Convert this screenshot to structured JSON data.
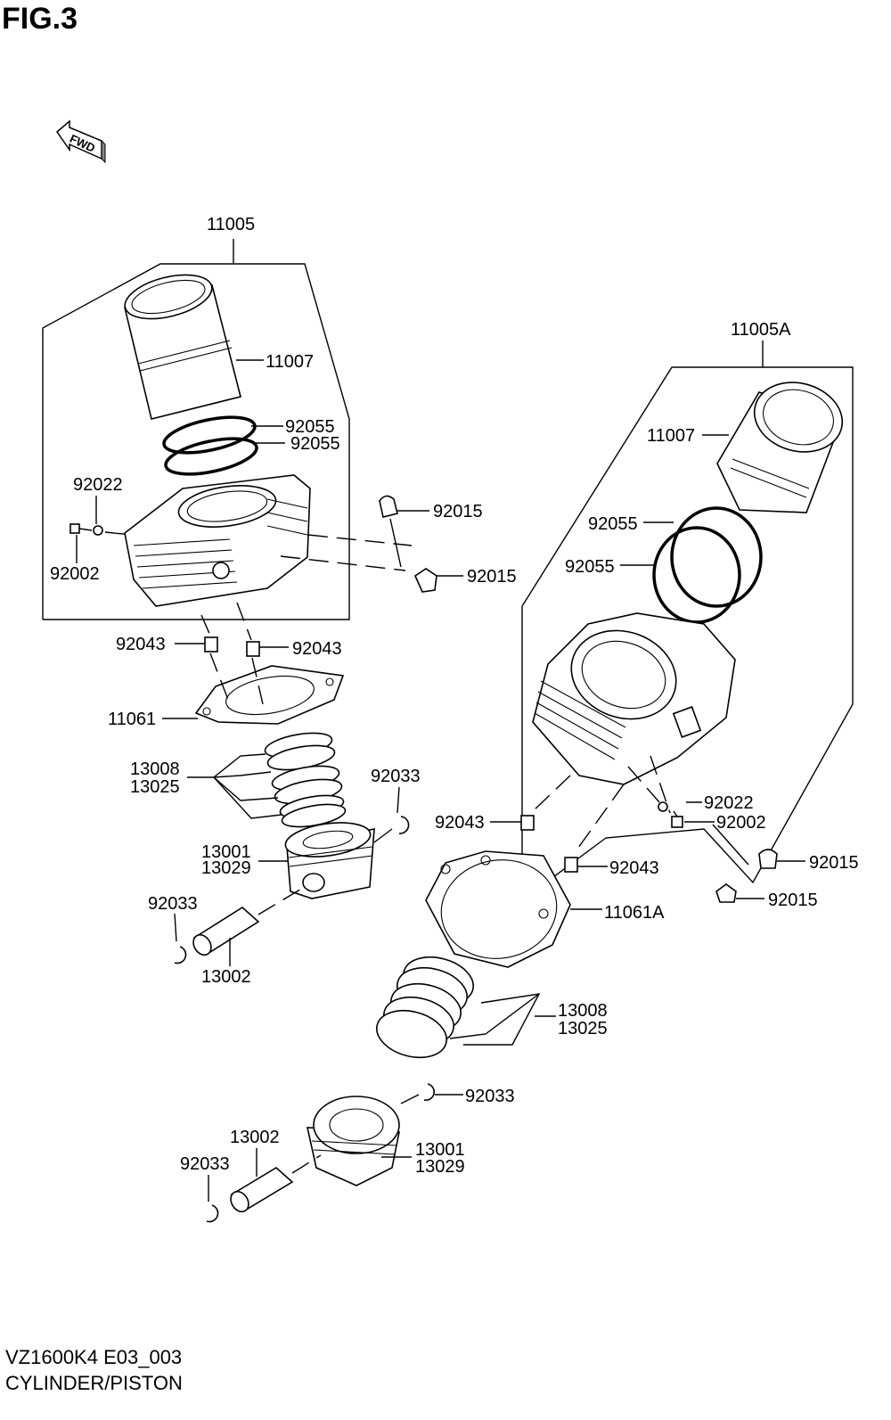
{
  "header": {
    "figure_title": "FIG.3"
  },
  "fwd_badge": {
    "label": "FWD",
    "icon": "fwd-arrow-icon"
  },
  "callouts": {
    "left": {
      "c11005": "11005",
      "c11007": "11007",
      "c92055a": "92055",
      "c92055b": "92055",
      "c92022": "92022",
      "c92002": "92002",
      "c92015a": "92015",
      "c92015b": "92015",
      "c92043a": "92043",
      "c92043b": "92043",
      "c11061": "11061",
      "c13008": "13008",
      "c13025": "13025",
      "c92033a": "92033",
      "c13001": "13001",
      "c13029": "13029",
      "c92033b": "92033",
      "c13002": "13002"
    },
    "right": {
      "c11005A": "11005A",
      "c11007": "11007",
      "c92055a": "92055",
      "c92055b": "92055",
      "c92022": "92022",
      "c92002": "92002",
      "c92043a": "92043",
      "c92043b": "92043",
      "c92015a": "92015",
      "c92015b": "92015",
      "c11061A": "11061A",
      "c13008": "13008",
      "c13025": "13025",
      "c92033a": "92033",
      "c13002": "13002",
      "c92033b": "92033",
      "c13001": "13001",
      "c13029": "13029"
    }
  },
  "footer": {
    "model_code": "VZ1600K4 E03_003",
    "section_name": "CYLINDER/PISTON"
  }
}
